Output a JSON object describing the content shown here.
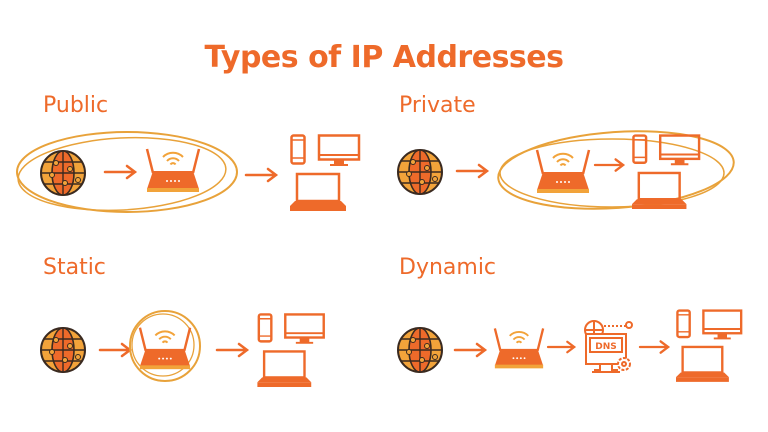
{
  "title": "Types of IP Addresses",
  "sections": {
    "public": {
      "label": "Public"
    },
    "private": {
      "label": "Private"
    },
    "static": {
      "label": "Static"
    },
    "dynamic": {
      "label": "Dynamic",
      "dns_label": "DNS"
    }
  },
  "colors": {
    "accent": "#EE6A2A",
    "globe_fill": "#F2A33A",
    "outline": "#E8A23A",
    "dark": "#3A2A20"
  },
  "icons": [
    "globe-icon",
    "wifi-router-icon",
    "smartphone-icon",
    "monitor-icon",
    "laptop-icon",
    "dns-server-icon",
    "arrow-right-icon"
  ]
}
